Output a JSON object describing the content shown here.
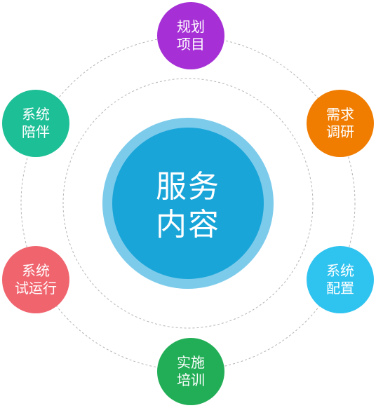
{
  "center": {
    "line1": "服务",
    "line2": "内容"
  },
  "nodes": [
    {
      "line1": "规划",
      "line2": "项目",
      "color": "#a630d6"
    },
    {
      "line1": "需求",
      "line2": "调研",
      "color": "#f07c00"
    },
    {
      "line1": "系统",
      "line2": "配置",
      "color": "#2fc3f0"
    },
    {
      "line1": "实施",
      "line2": "培训",
      "color": "#22ae56"
    },
    {
      "line1": "系统",
      "line2": "试运行",
      "color": "#f0646e"
    },
    {
      "line1": "系统",
      "line2": "陪伴",
      "color": "#1dbf96"
    }
  ],
  "colors": {
    "center_inner": "#1aa5d8",
    "center_ring": "#7dcbeb",
    "dashed": "#b4b4b4"
  }
}
